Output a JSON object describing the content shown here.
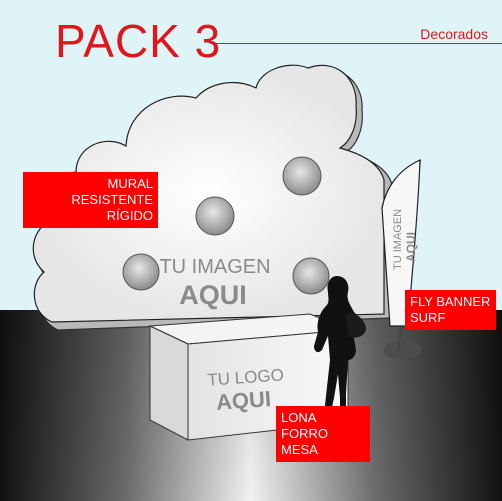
{
  "header": {
    "title": "PACK 3",
    "category": "Decorados"
  },
  "mural": {
    "label_line1": "MURAL RESISTENTE",
    "label_line2": "RÍGIDO",
    "image_line1": "TU IMAGEN",
    "image_line2": "AQUI"
  },
  "fly_banner": {
    "label_line1": "FLY BANNER",
    "label_line2": "SURF",
    "image_line1": "TU IMAGEN",
    "image_line2": "AQUI"
  },
  "counter": {
    "label_line1": "LONA FORRO",
    "label_line2": "MESA",
    "logo_line1": "TU LOGO",
    "logo_line2": "AQUI"
  },
  "colors": {
    "accent": "#e0161b",
    "label_bg": "#ff0000",
    "sky": "#dff4f6",
    "panel_text": "#8a8a8a"
  }
}
